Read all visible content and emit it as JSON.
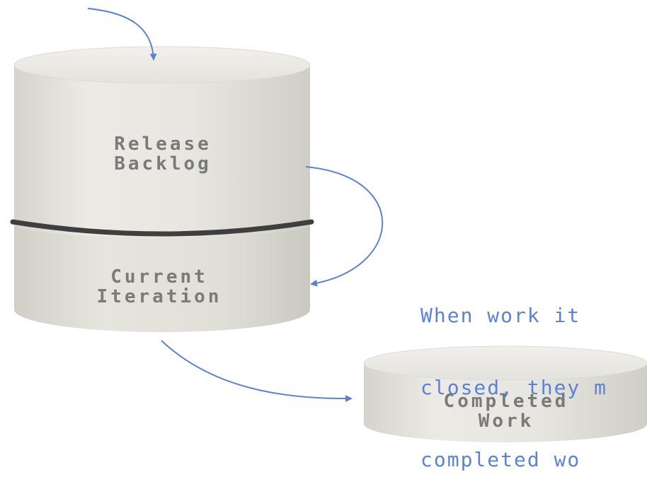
{
  "diagram": {
    "release_backlog": {
      "line1": "Release",
      "line2": "Backlog"
    },
    "current_iteration": {
      "line1": "Current",
      "line2": "Iteration"
    },
    "completed_work": {
      "line1": "Completed",
      "line2": "Work"
    },
    "note": {
      "line1": "When work it",
      "line2": "closed, they m",
      "line3": "completed wo"
    },
    "colors": {
      "arrow": "#5b82d6",
      "note_text": "#5b82d6",
      "label_text": "#7a7a76",
      "cylinder_body": "#e6e5df",
      "cylinder_top": "#efeee9",
      "divider": "#3f3f3f"
    }
  }
}
